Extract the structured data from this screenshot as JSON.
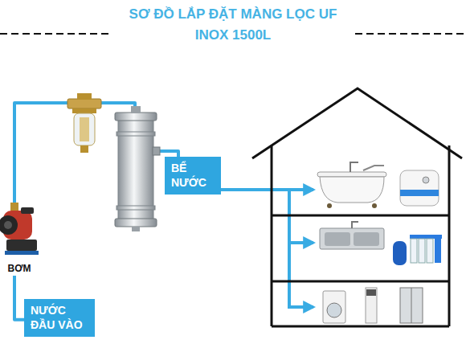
{
  "diagram": {
    "title": "SƠ ĐỒ LẮP ĐẶT MÀNG LỌC UF INOX 1500L",
    "nodes": [
      {
        "text": [
          "NƯỚC ĐẦU VÀO"
        ]
      },
      {
        "text": [
          "BƠM"
        ]
      },
      {
        "text": [
          "BỂ NƯỚC"
        ]
      }
    ],
    "edges": [
      {
        "from": 0,
        "to": 1,
        "arrow": "none"
      },
      {
        "from": 1,
        "to": 2,
        "arrow": "none"
      }
    ]
  }
}
